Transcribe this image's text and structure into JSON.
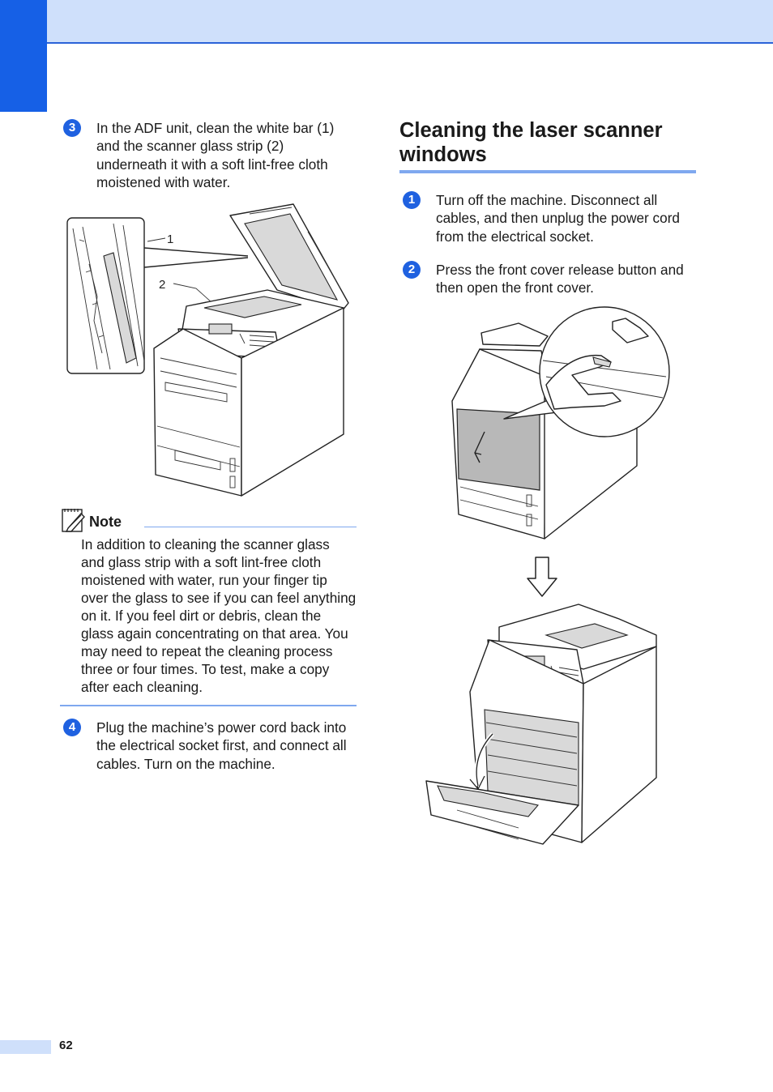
{
  "page": {
    "number": "62",
    "accent_color": "#1660e6",
    "band_color": "#cfe0fb"
  },
  "left": {
    "step3": {
      "num": "3",
      "text": "In the ADF unit, clean the white bar (1) and the scanner glass strip (2) underneath it with a soft lint-free cloth moistened with water."
    },
    "figure_labels": {
      "one": "1",
      "two": "2"
    },
    "note": {
      "label": "Note",
      "icon": "note-pencil-icon",
      "text": "In addition to cleaning the scanner glass and glass strip with a soft lint-free cloth moistened with water, run your finger tip over the glass to see if you can feel anything on it. If you feel dirt or debris, clean the glass again concentrating on that area. You may need to repeat the cleaning process three or four times. To test, make a copy after each cleaning."
    },
    "step4": {
      "num": "4",
      "text": "Plug the machine’s power cord back into the electrical socket first, and connect all cables. Turn on the machine."
    }
  },
  "right": {
    "heading": "Cleaning the laser scanner windows",
    "step1": {
      "num": "1",
      "text": "Turn off the machine. Disconnect all cables, and then unplug the power cord from the electrical socket."
    },
    "step2": {
      "num": "2",
      "text": "Press the front cover release button and then open the front cover."
    }
  }
}
